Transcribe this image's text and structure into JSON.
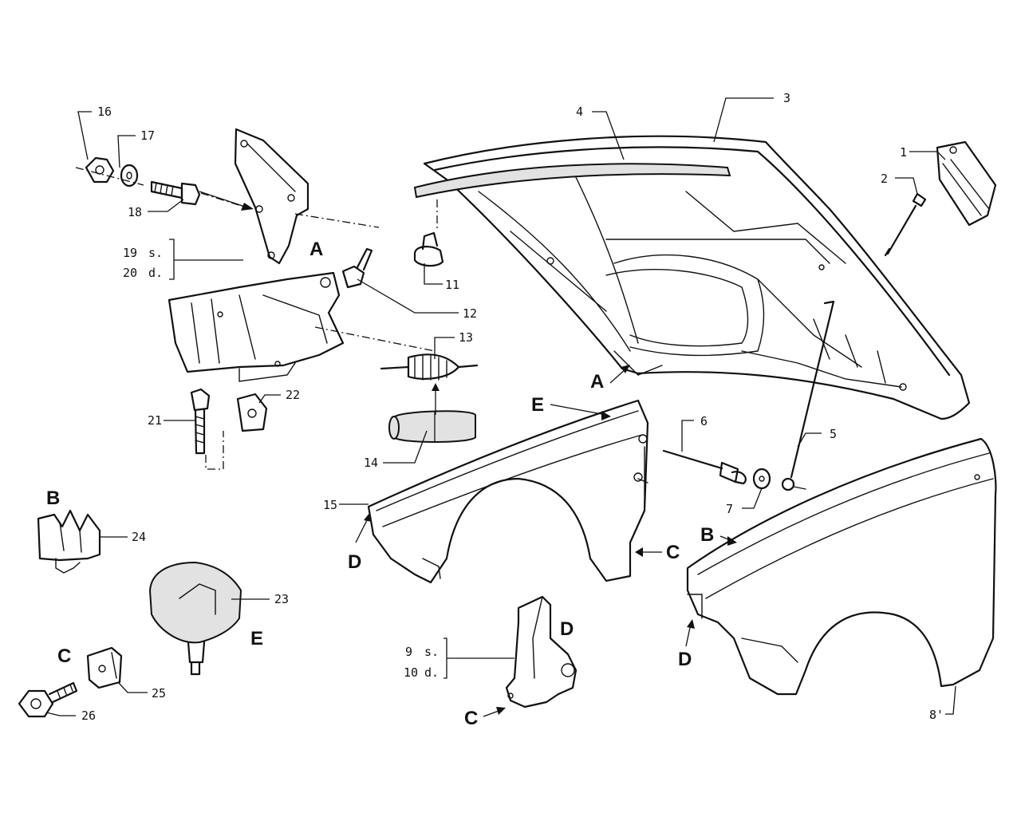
{
  "diagram": {
    "part_numbers": {
      "p1": "1",
      "p2": "2",
      "p3": "3",
      "p4": "4",
      "p5": "5",
      "p6": "6",
      "p7": "7",
      "p8": "8'",
      "p9": "9",
      "p10": "10",
      "p11": "11",
      "p12": "12",
      "p13": "13",
      "p14": "14",
      "p15": "15",
      "p16": "16",
      "p17": "17",
      "p18": "18",
      "p19": "19",
      "p20": "20",
      "p21": "21",
      "p22": "22",
      "p23": "23",
      "p24": "24",
      "p25": "25",
      "p26": "26"
    },
    "side_labels": {
      "left": "s.",
      "right": "d."
    },
    "reference_letters": {
      "a": "A",
      "b": "B",
      "c": "C",
      "d": "D",
      "e": "E"
    }
  }
}
